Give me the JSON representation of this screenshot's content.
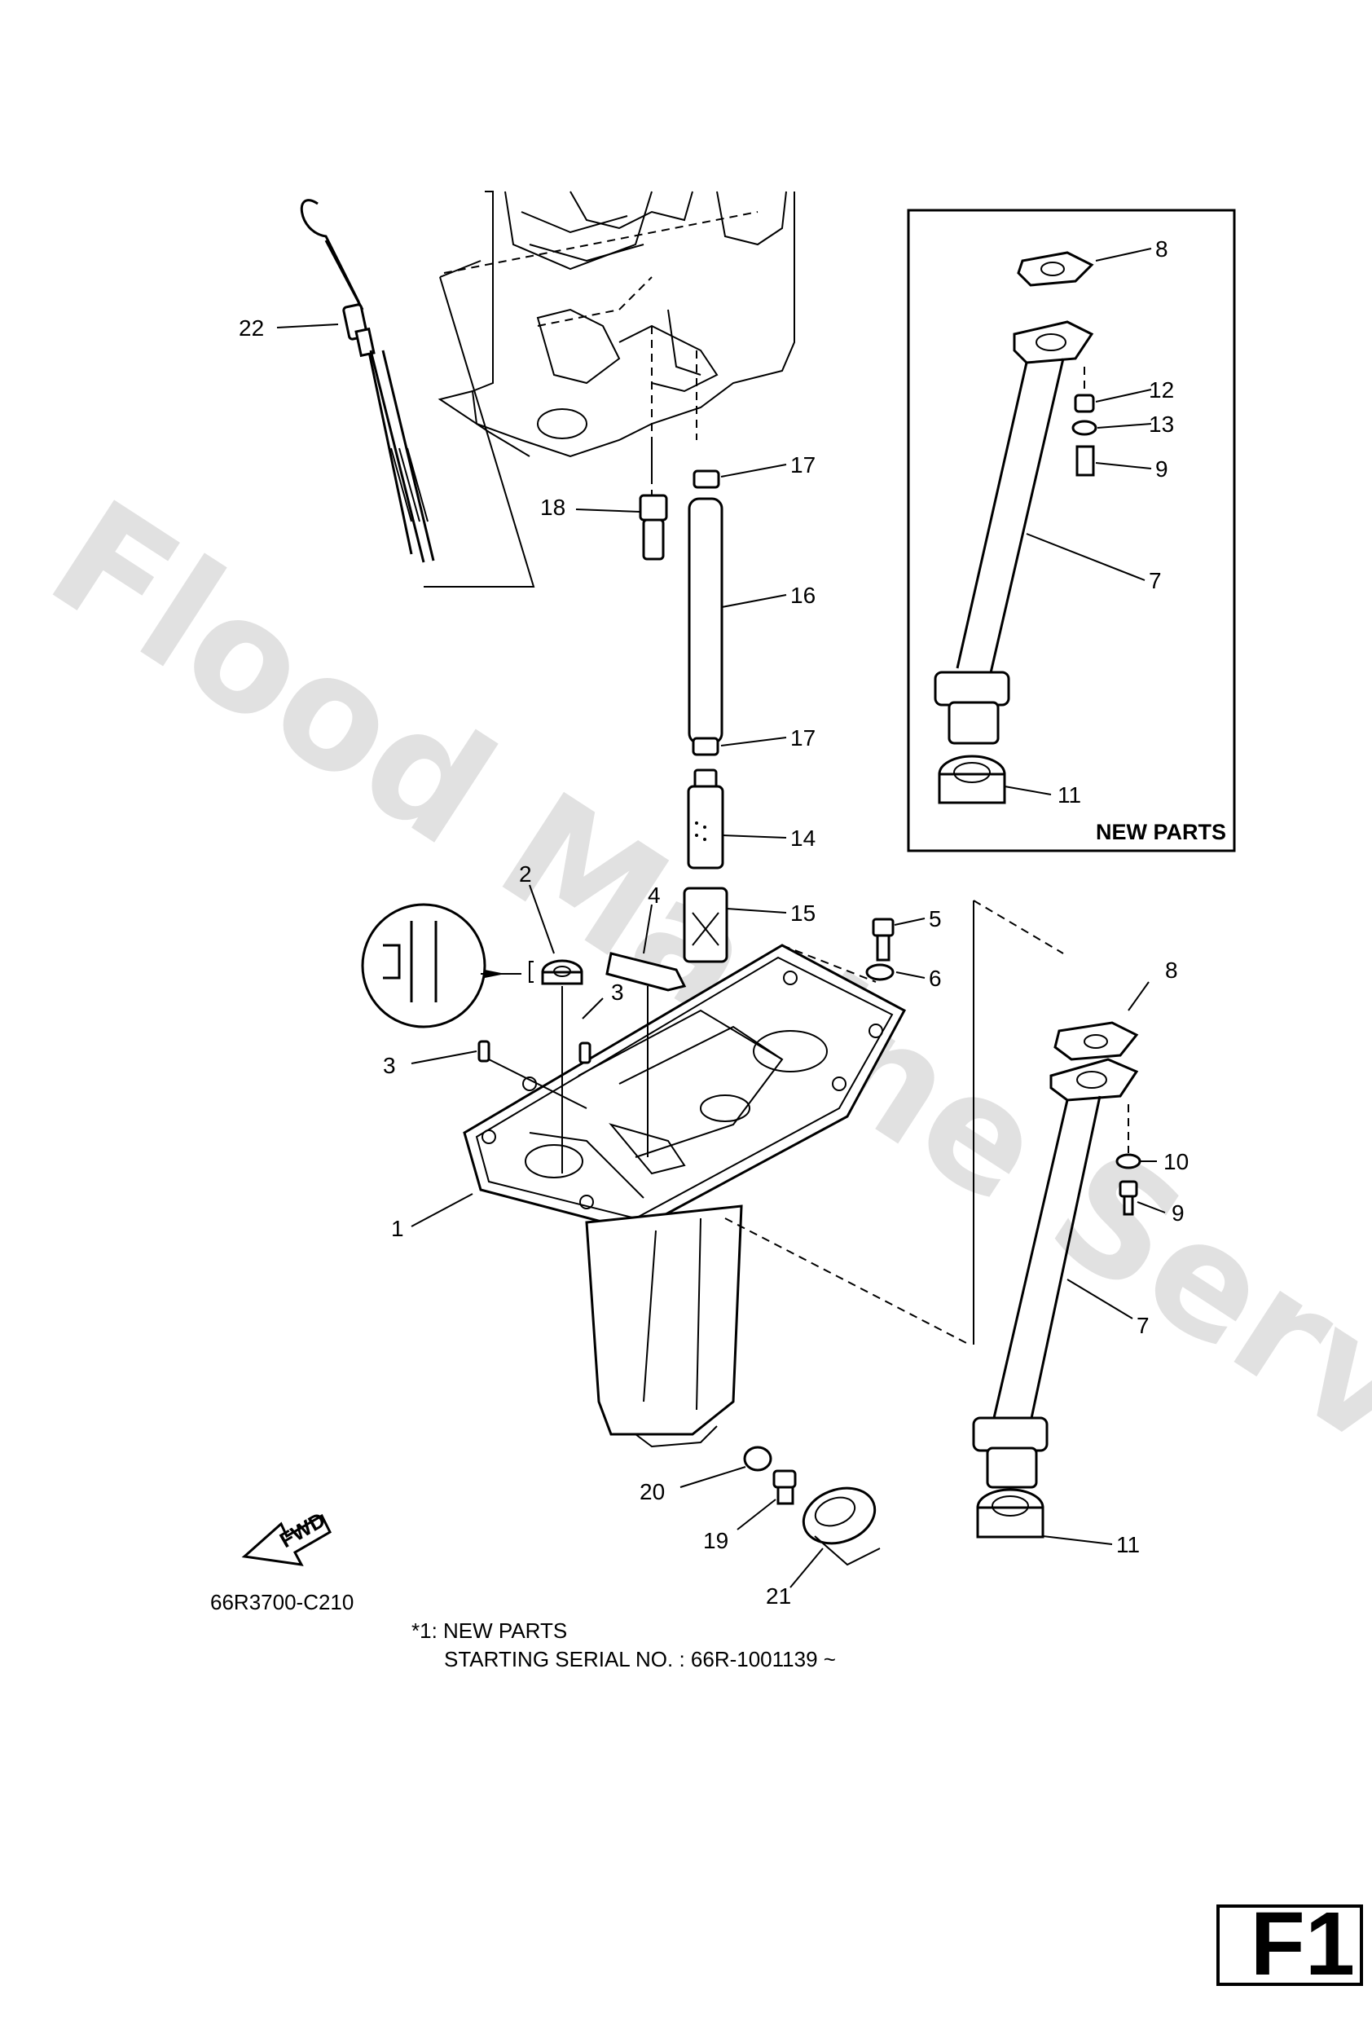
{
  "diagram_code": "66R3700-C210",
  "footnote": {
    "line1": "*1: NEW PARTS",
    "line2": "STARTING SERIAL NO. : 66R-1001139 ~"
  },
  "inset_box_label": "NEW PARTS",
  "page_tag": "F1",
  "fwd_label": "FWD",
  "watermark": "Flood Marine Services",
  "callouts": {
    "c1": "1",
    "c2": "2",
    "c3a": "3",
    "c3b": "3",
    "c4": "4",
    "c5": "5",
    "c6": "6",
    "c7a": "7",
    "c7b": "7",
    "c8a": "8",
    "c8b": "8",
    "c9a": "9",
    "c9b": "9",
    "c10": "10",
    "c11a": "11",
    "c11b": "11",
    "c12": "12",
    "c13": "13",
    "c14": "14",
    "c15": "15",
    "c16": "16",
    "c17a": "17",
    "c17b": "17",
    "c18": "18",
    "c19": "19",
    "c20": "20",
    "c21": "21",
    "c22": "22"
  }
}
